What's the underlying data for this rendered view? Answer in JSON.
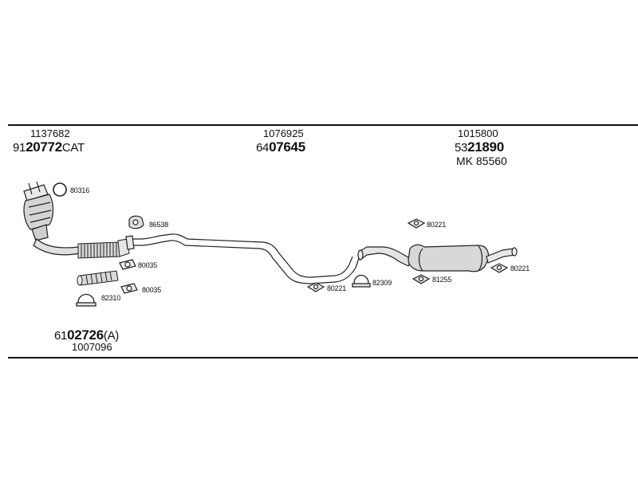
{
  "groups": {
    "front": {
      "oe_number": "1137682",
      "part_prefix": "91",
      "part_main": "20772",
      "part_suffix": "CAT"
    },
    "middle": {
      "oe_number": "1076925",
      "part_prefix": "64",
      "part_main": "07645"
    },
    "rear": {
      "oe_number": "1015800",
      "part_prefix": "53",
      "part_main": "21890",
      "kit_number": "MK  85560"
    },
    "downpipe": {
      "part_prefix": "61",
      "part_main": "02726",
      "part_suffix": "(A)",
      "oe_number": "1007096"
    }
  },
  "callouts": [
    "80316",
    "86538",
    "80035",
    "80035",
    "82310",
    "80221",
    "82309",
    "80221",
    "81255",
    "80221"
  ]
}
